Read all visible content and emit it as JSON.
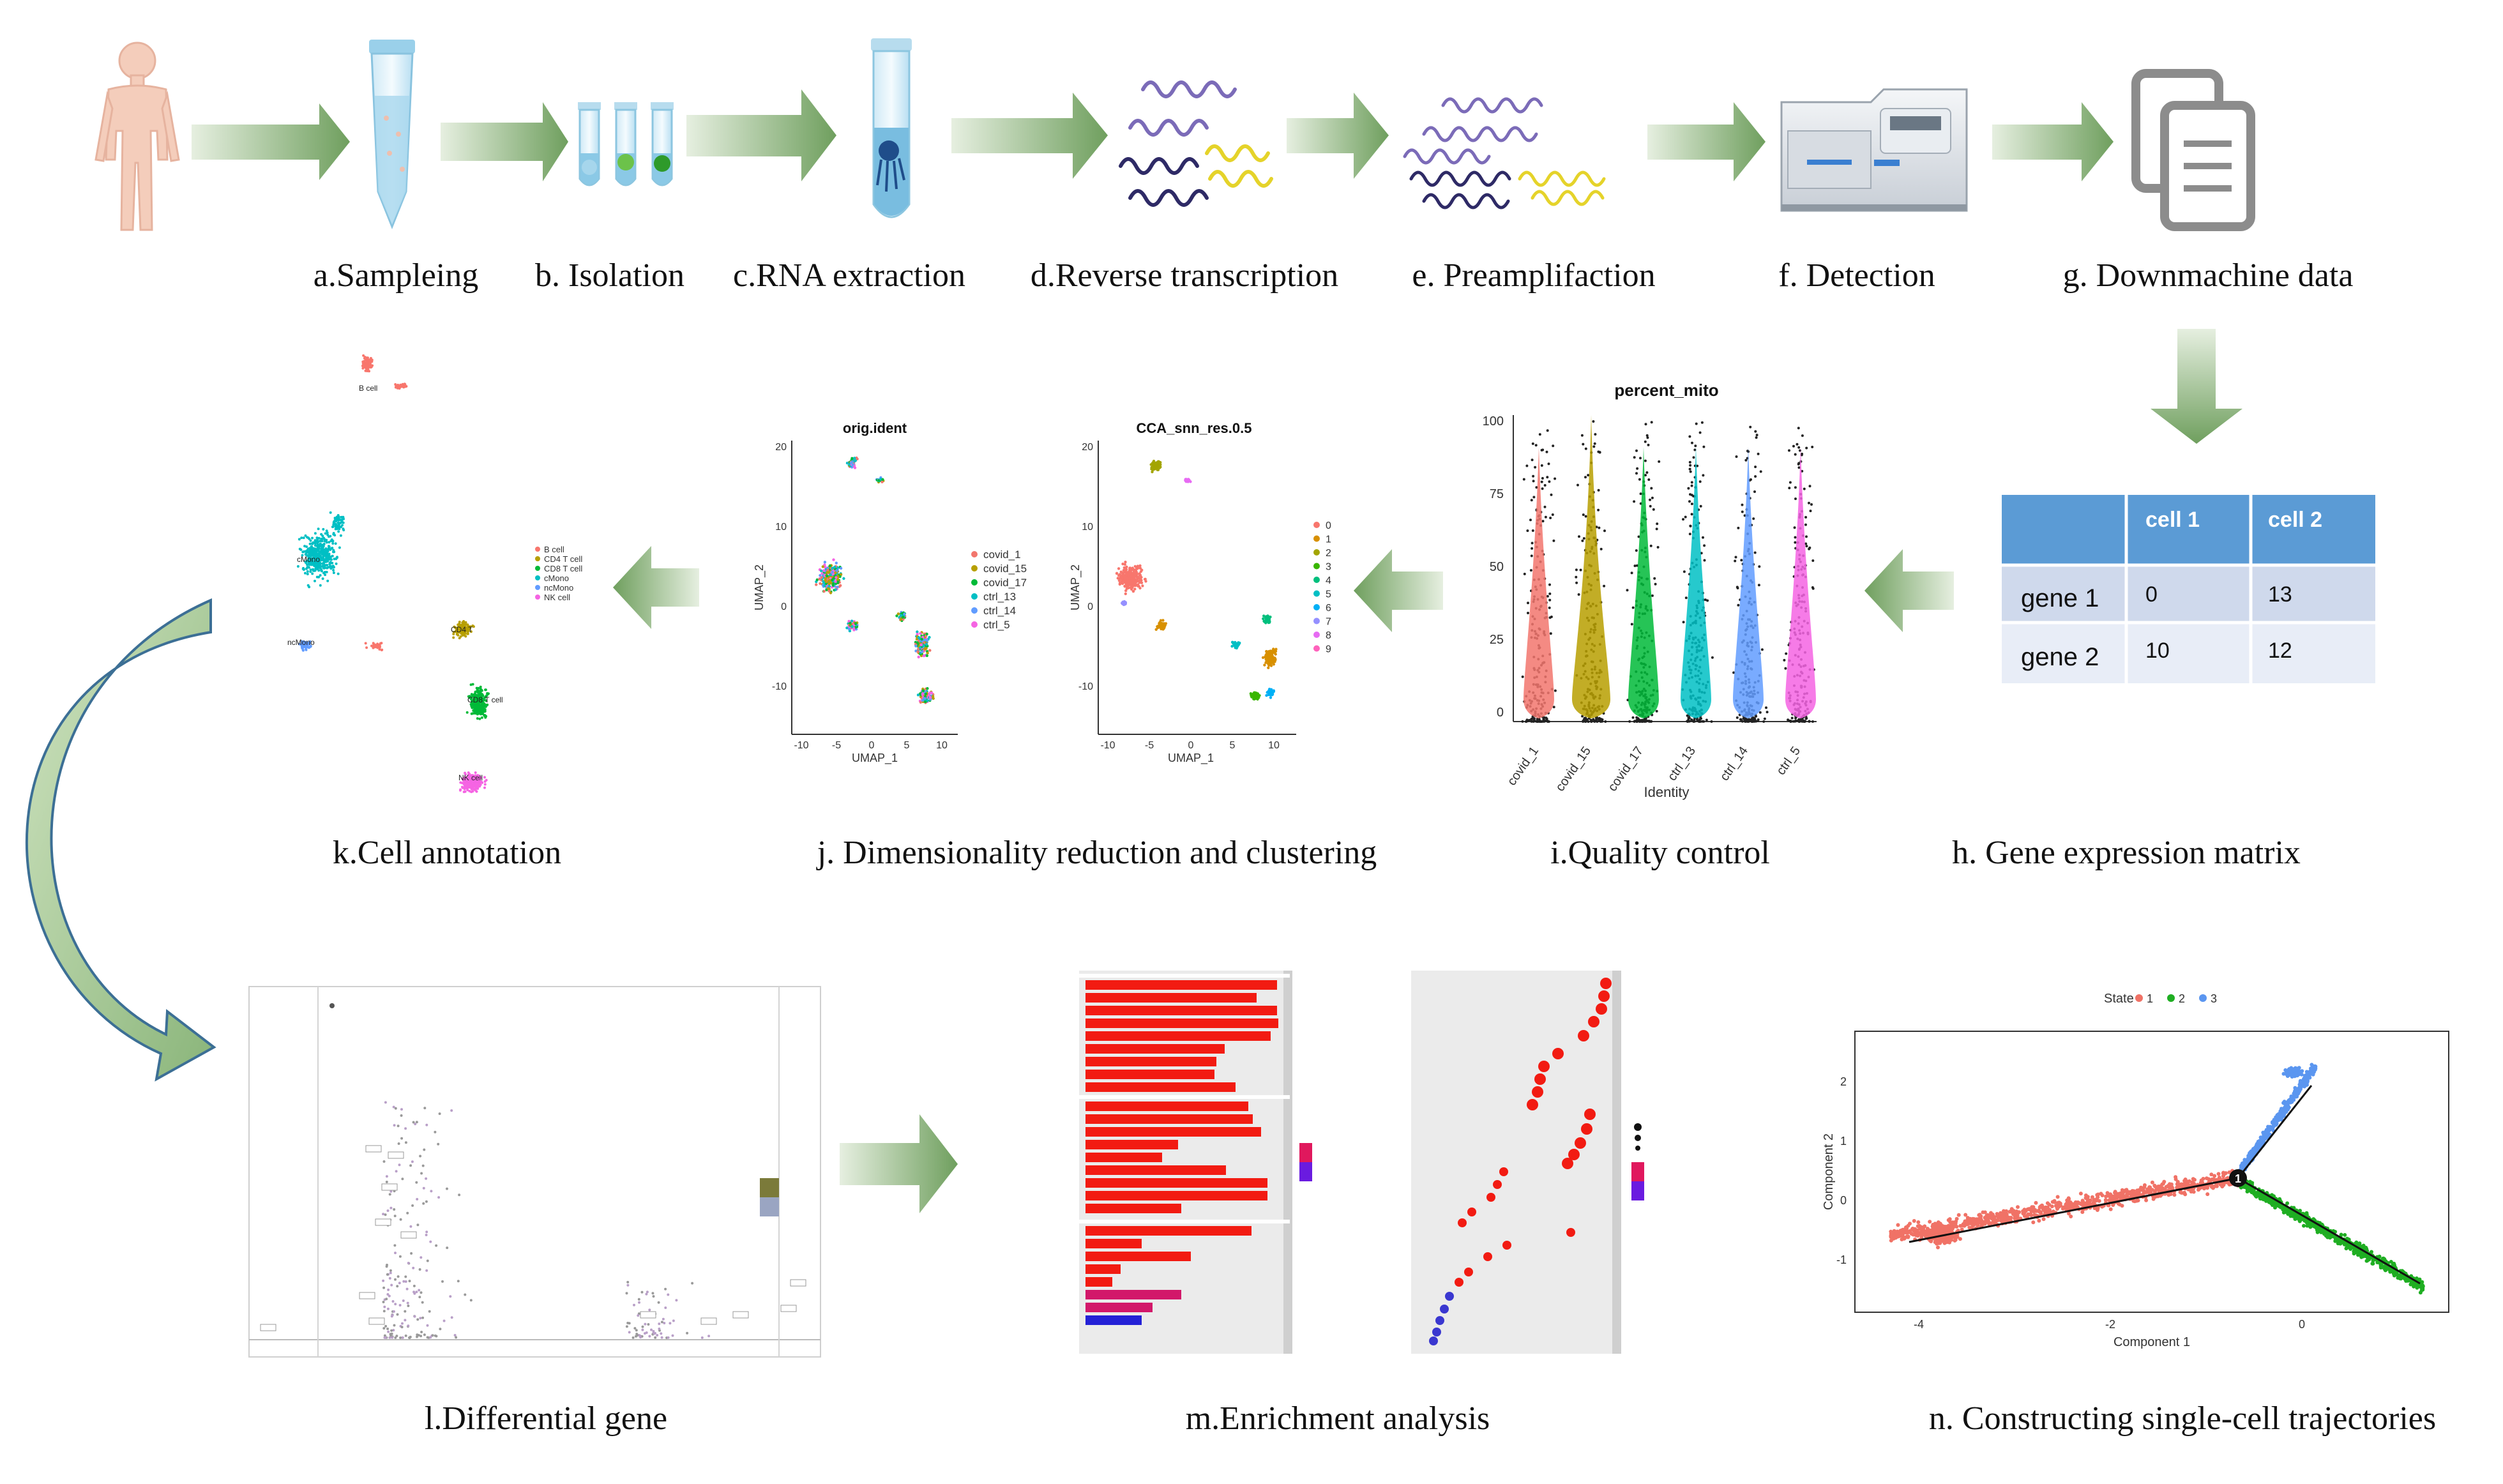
{
  "steps": {
    "a": "a.Sampleing",
    "b": "b. Isolation",
    "c": "c.RNA extraction",
    "d": "d.Reverse transcription",
    "e": "e. Preamplifaction",
    "f": "f. Detection",
    "g": "g. Downmachine data",
    "h": "h. Gene expression matrix",
    "i": "i.Quality control",
    "j": "j. Dimensionality  reduction and clustering",
    "k": "k.Cell annotation",
    "l": "l.Differential gene",
    "m": "m.Enrichment analysis",
    "n": "n. Constructing single-cell trajectories"
  },
  "matrix": {
    "headers": [
      "",
      "cell 1",
      "cell 2"
    ],
    "rows": [
      {
        "gene": "gene 1",
        "cell1": "0",
        "cell2": "13"
      },
      {
        "gene": "gene 2",
        "cell1": "10",
        "cell2": "12"
      }
    ]
  },
  "qc_plot": {
    "title": "percent_mito",
    "xlabel": "Identity",
    "yticks": [
      "0",
      "25",
      "50",
      "75",
      "100"
    ],
    "groups": [
      "covid_1",
      "covid_15",
      "covid_17",
      "ctrl_13",
      "ctrl_14",
      "ctrl_5"
    ]
  },
  "umap_orig": {
    "title": "orig.ident",
    "xlabel": "UMAP_1",
    "ylabel": "UMAP_2",
    "xticks": [
      "-10",
      "-5",
      "0",
      "5",
      "10"
    ],
    "yticks": [
      "20",
      "10",
      "0",
      "-10"
    ],
    "legend": [
      "covid_1",
      "covid_15",
      "covid_17",
      "ctrl_13",
      "ctrl_14",
      "ctrl_5"
    ]
  },
  "umap_cluster": {
    "title": "CCA_snn_res.0.5",
    "xlabel": "UMAP_1",
    "ylabel": "UMAP_2",
    "xticks": [
      "-10",
      "-5",
      "0",
      "5",
      "10"
    ],
    "yticks": [
      "20",
      "10",
      "0",
      "-10"
    ],
    "legend": [
      "0",
      "1",
      "2",
      "3",
      "4",
      "5",
      "6",
      "7",
      "8",
      "9"
    ]
  },
  "annotation": {
    "legend": [
      "B cell",
      "CD4 T cell",
      "CD8 T cell",
      "cMono",
      "ncMono",
      "NK cell"
    ],
    "labels": {
      "b": "B cell",
      "cmono": "cMono",
      "ncmono": "ncMono",
      "cd4": "CD4 T",
      "cd8": "CD8 T cell",
      "nk": "NK cell"
    }
  },
  "trajectory": {
    "legend_title": "State",
    "states": [
      "1",
      "2",
      "3"
    ],
    "xlabel": "Component 1",
    "ylabel": "Component 2",
    "xticks": [
      "-4",
      "-2",
      "0"
    ],
    "yticks": [
      "2",
      "1",
      "0",
      "-1"
    ],
    "branch_label": "1"
  },
  "colors": {
    "arrow_green": "#7aa86a",
    "matrix_header": "#5b9bd5",
    "matrix_row1": "#cfd9ec",
    "matrix_row2": "#e8edf7",
    "state1": "#f07266",
    "state2": "#1fae22",
    "state3": "#5b96f0",
    "bar_red": "#f21b12"
  }
}
